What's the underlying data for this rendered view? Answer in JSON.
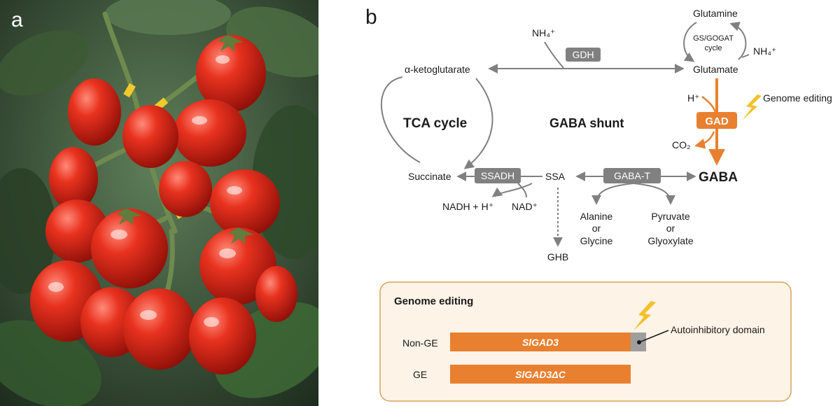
{
  "panels": {
    "a": "a",
    "b": "b"
  },
  "colors": {
    "orange": "#e9802f",
    "gray": "#808080",
    "box_fill": "#fdf3e6",
    "box_border": "#d9a35c"
  },
  "pathway": {
    "nh4_top": "NH₄⁺",
    "gdh": "GDH",
    "glutamine": "Glutamine",
    "gs_gogat": "GS/GOGAT",
    "cycle": "cycle",
    "nh4_right": "NH₄⁺",
    "glutamate": "Glutamate",
    "akg": "α-ketoglutarate",
    "h_plus": "H⁺",
    "genome_editing": "Genome editing",
    "gad": "GAD",
    "tca": "TCA cycle",
    "gaba_shunt": "GABA shunt",
    "co2": "CO₂",
    "succinate": "Succinate",
    "ssadh": "SSADH",
    "ssa": "SSA",
    "gaba_t": "GABA-T",
    "gaba": "GABA",
    "nadh": "NADH + H⁺",
    "nad": "NAD⁺",
    "alanine": "Alanine",
    "or1": "or",
    "glycine": "Glycine",
    "pyruvate": "Pyruvate",
    "or2": "or",
    "glyoxylate": "Glyoxylate",
    "ghb": "GHB"
  },
  "editing_box": {
    "title": "Genome editing",
    "non_ge_label": "Non-GE",
    "non_ge_gene": "SlGAD3",
    "autoinhibitory": "Autoinhibitory domain",
    "ge_label": "GE",
    "ge_gene": "SlGAD3ΔC"
  }
}
